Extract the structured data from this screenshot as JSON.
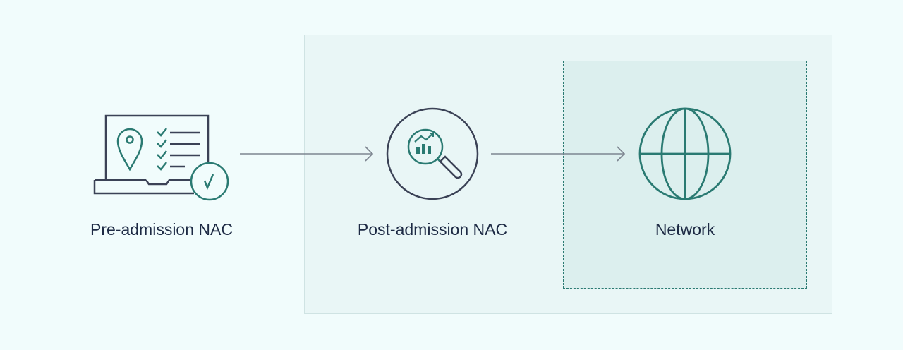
{
  "nodes": {
    "pre_admission": {
      "label": "Pre-admission NAC",
      "icon": "laptop-checklist-icon"
    },
    "post_admission": {
      "label": "Post-admission NAC",
      "icon": "magnifier-chart-icon"
    },
    "network": {
      "label": "Network",
      "icon": "globe-icon"
    }
  },
  "colors": {
    "background": "#f1fcfc",
    "zone_fill": "#e9f6f6",
    "zone_border": "#cfe3e3",
    "network_fill": "#dcefee",
    "accent_teal": "#2a7a72",
    "icon_navy": "#3b4256",
    "arrow": "#7d8590",
    "text": "#1d2a44"
  }
}
